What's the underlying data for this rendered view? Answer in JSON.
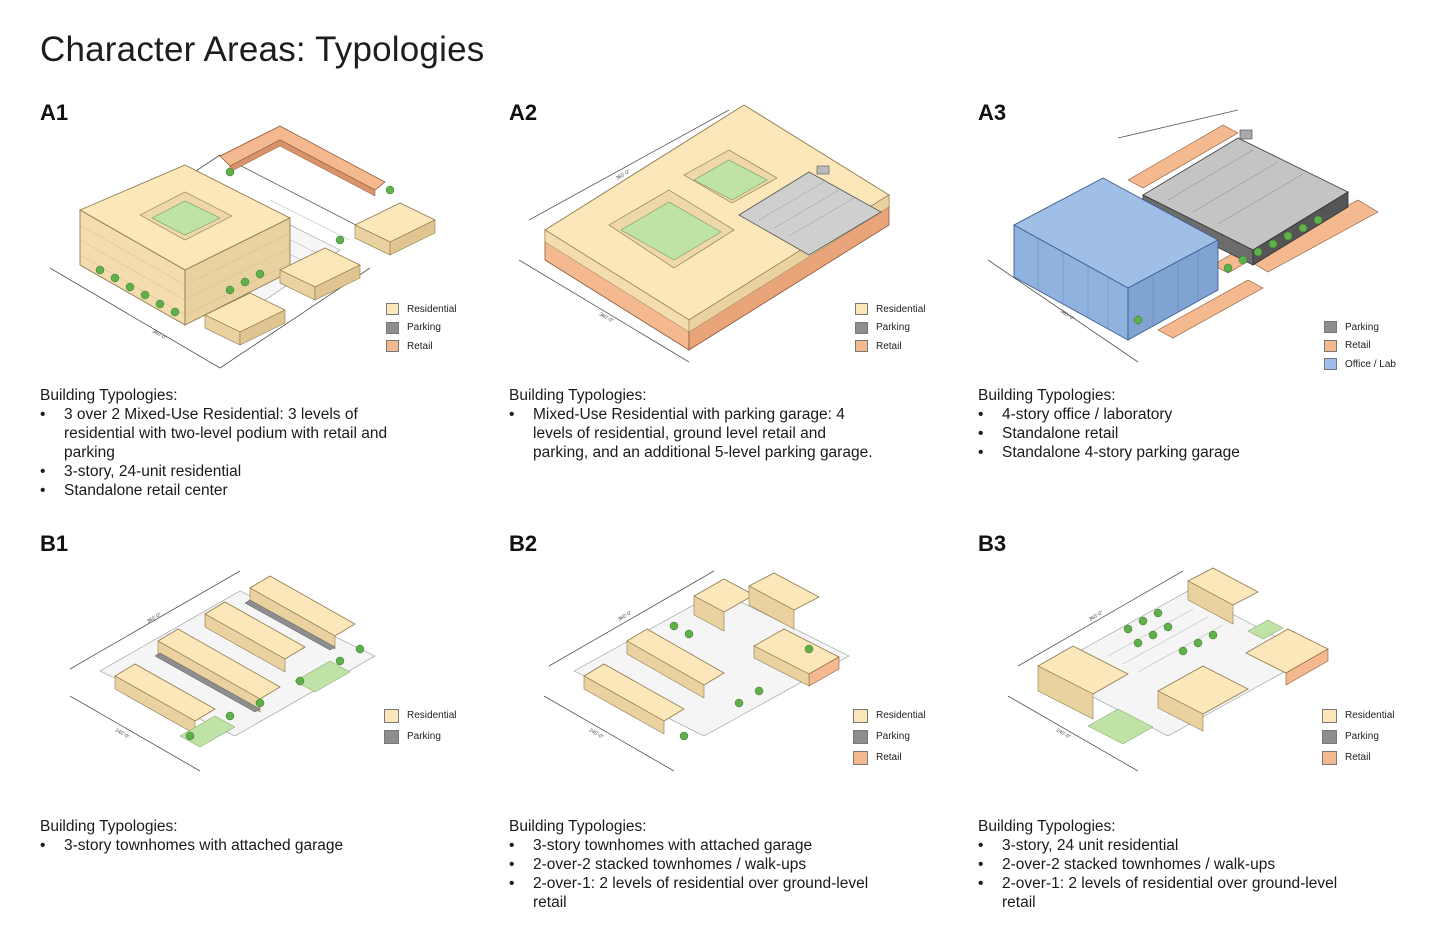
{
  "title": "Character Areas: Typologies",
  "colors": {
    "residential": "#fbe7b9",
    "parking": "#8e8e8e",
    "retail": "#f4b98f",
    "office_lab": "#9fbfe6",
    "green": "#bfe3a6",
    "tree": "#5fb04a"
  },
  "dimension_labels": {
    "width": "360'-0\"",
    "depth": "360'-0\"",
    "short_depth": "240'-0\""
  },
  "panels": [
    {
      "code": "A1",
      "legend": [
        {
          "label": "Residential",
          "color": "#fbe7b9"
        },
        {
          "label": "Parking",
          "color": "#8e8e8e"
        },
        {
          "label": "Retail",
          "color": "#f4b98f"
        }
      ],
      "typologies_heading": "Building Typologies:",
      "items": [
        "3 over 2 Mixed-Use Residential: 3 levels of residential with two-level podium with retail and parking",
        "3-story, 24-unit residential",
        "Standalone retail center"
      ]
    },
    {
      "code": "A2",
      "legend": [
        {
          "label": "Residential",
          "color": "#fbe7b9"
        },
        {
          "label": "Parking",
          "color": "#8e8e8e"
        },
        {
          "label": "Retail",
          "color": "#f4b98f"
        }
      ],
      "typologies_heading": "Building Typologies:",
      "items": [
        "Mixed-Use Residential with parking garage: 4 levels of residential, ground level retail and parking, and an additional 5-level parking garage."
      ]
    },
    {
      "code": "A3",
      "legend": [
        {
          "label": "Parking",
          "color": "#8e8e8e"
        },
        {
          "label": "Retail",
          "color": "#f4b98f"
        },
        {
          "label": "Office / Lab",
          "color": "#9fbfe6"
        }
      ],
      "typologies_heading": "Building Typologies:",
      "items": [
        "4-story office / laboratory",
        "Standalone retail",
        "Standalone 4-story parking garage"
      ]
    },
    {
      "code": "B1",
      "legend": [
        {
          "label": "Residential",
          "color": "#fbe7b9"
        },
        {
          "label": "Parking",
          "color": "#8e8e8e"
        }
      ],
      "typologies_heading": "Building Typologies:",
      "items": [
        "3-story townhomes with attached garage"
      ]
    },
    {
      "code": "B2",
      "legend": [
        {
          "label": "Residential",
          "color": "#fbe7b9"
        },
        {
          "label": "Parking",
          "color": "#8e8e8e"
        },
        {
          "label": "Retail",
          "color": "#f4b98f"
        }
      ],
      "typologies_heading": "Building Typologies:",
      "items": [
        "3-story townhomes with attached garage",
        "2-over-2 stacked townhomes / walk-ups",
        "2-over-1: 2 levels of residential over ground-level retail"
      ]
    },
    {
      "code": "B3",
      "legend": [
        {
          "label": "Residential",
          "color": "#fbe7b9"
        },
        {
          "label": "Parking",
          "color": "#8e8e8e"
        },
        {
          "label": "Retail",
          "color": "#f4b98f"
        }
      ],
      "typologies_heading": "Building Typologies:",
      "items": [
        "3-story, 24 unit residential",
        "2-over-2 stacked townhomes / walk-ups",
        "2-over-1: 2 levels of residential over ground-level retail"
      ]
    }
  ]
}
